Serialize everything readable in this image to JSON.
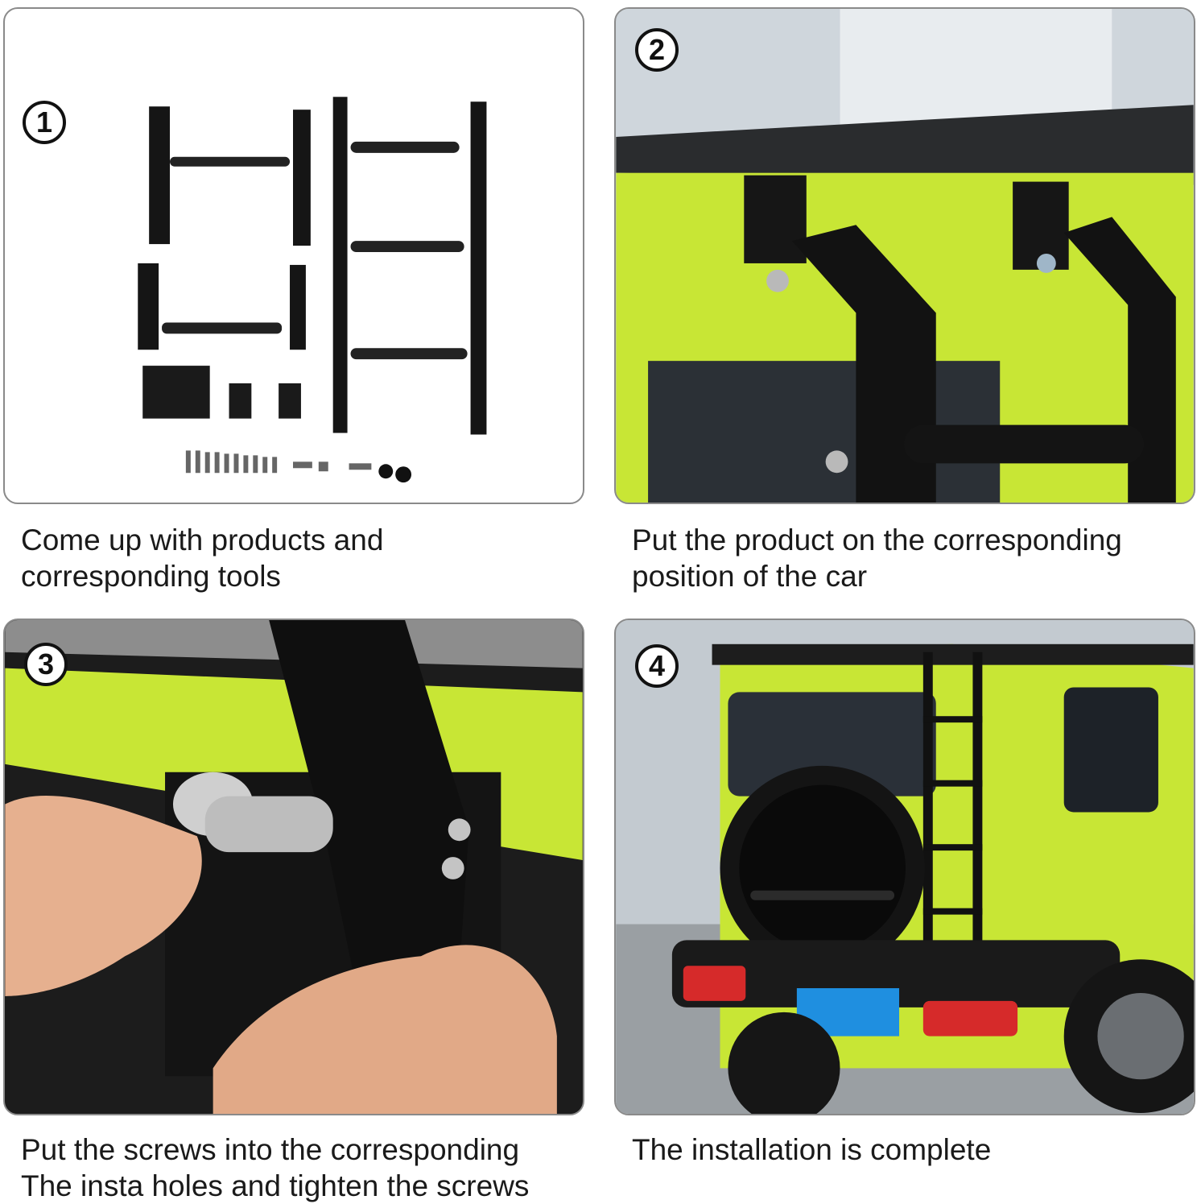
{
  "steps": [
    {
      "number": "1",
      "caption_lines": [
        "Come up with products and",
        "corresponding tools"
      ]
    },
    {
      "number": "2",
      "caption_lines": [
        "Put the product on the corresponding",
        "position of the car"
      ]
    },
    {
      "number": "3",
      "caption_lines": [
        "Put the screws into the corresponding",
        "The insta holes and tighten the screws"
      ]
    },
    {
      "number": "4",
      "caption_lines": [
        "The installation is complete"
      ]
    }
  ],
  "colors": {
    "car_body": "#c8e635",
    "ladder": "#151515",
    "panel_border": "#8a8a8a",
    "plate": "#1f8fe0",
    "taillight": "#d62a2a"
  }
}
